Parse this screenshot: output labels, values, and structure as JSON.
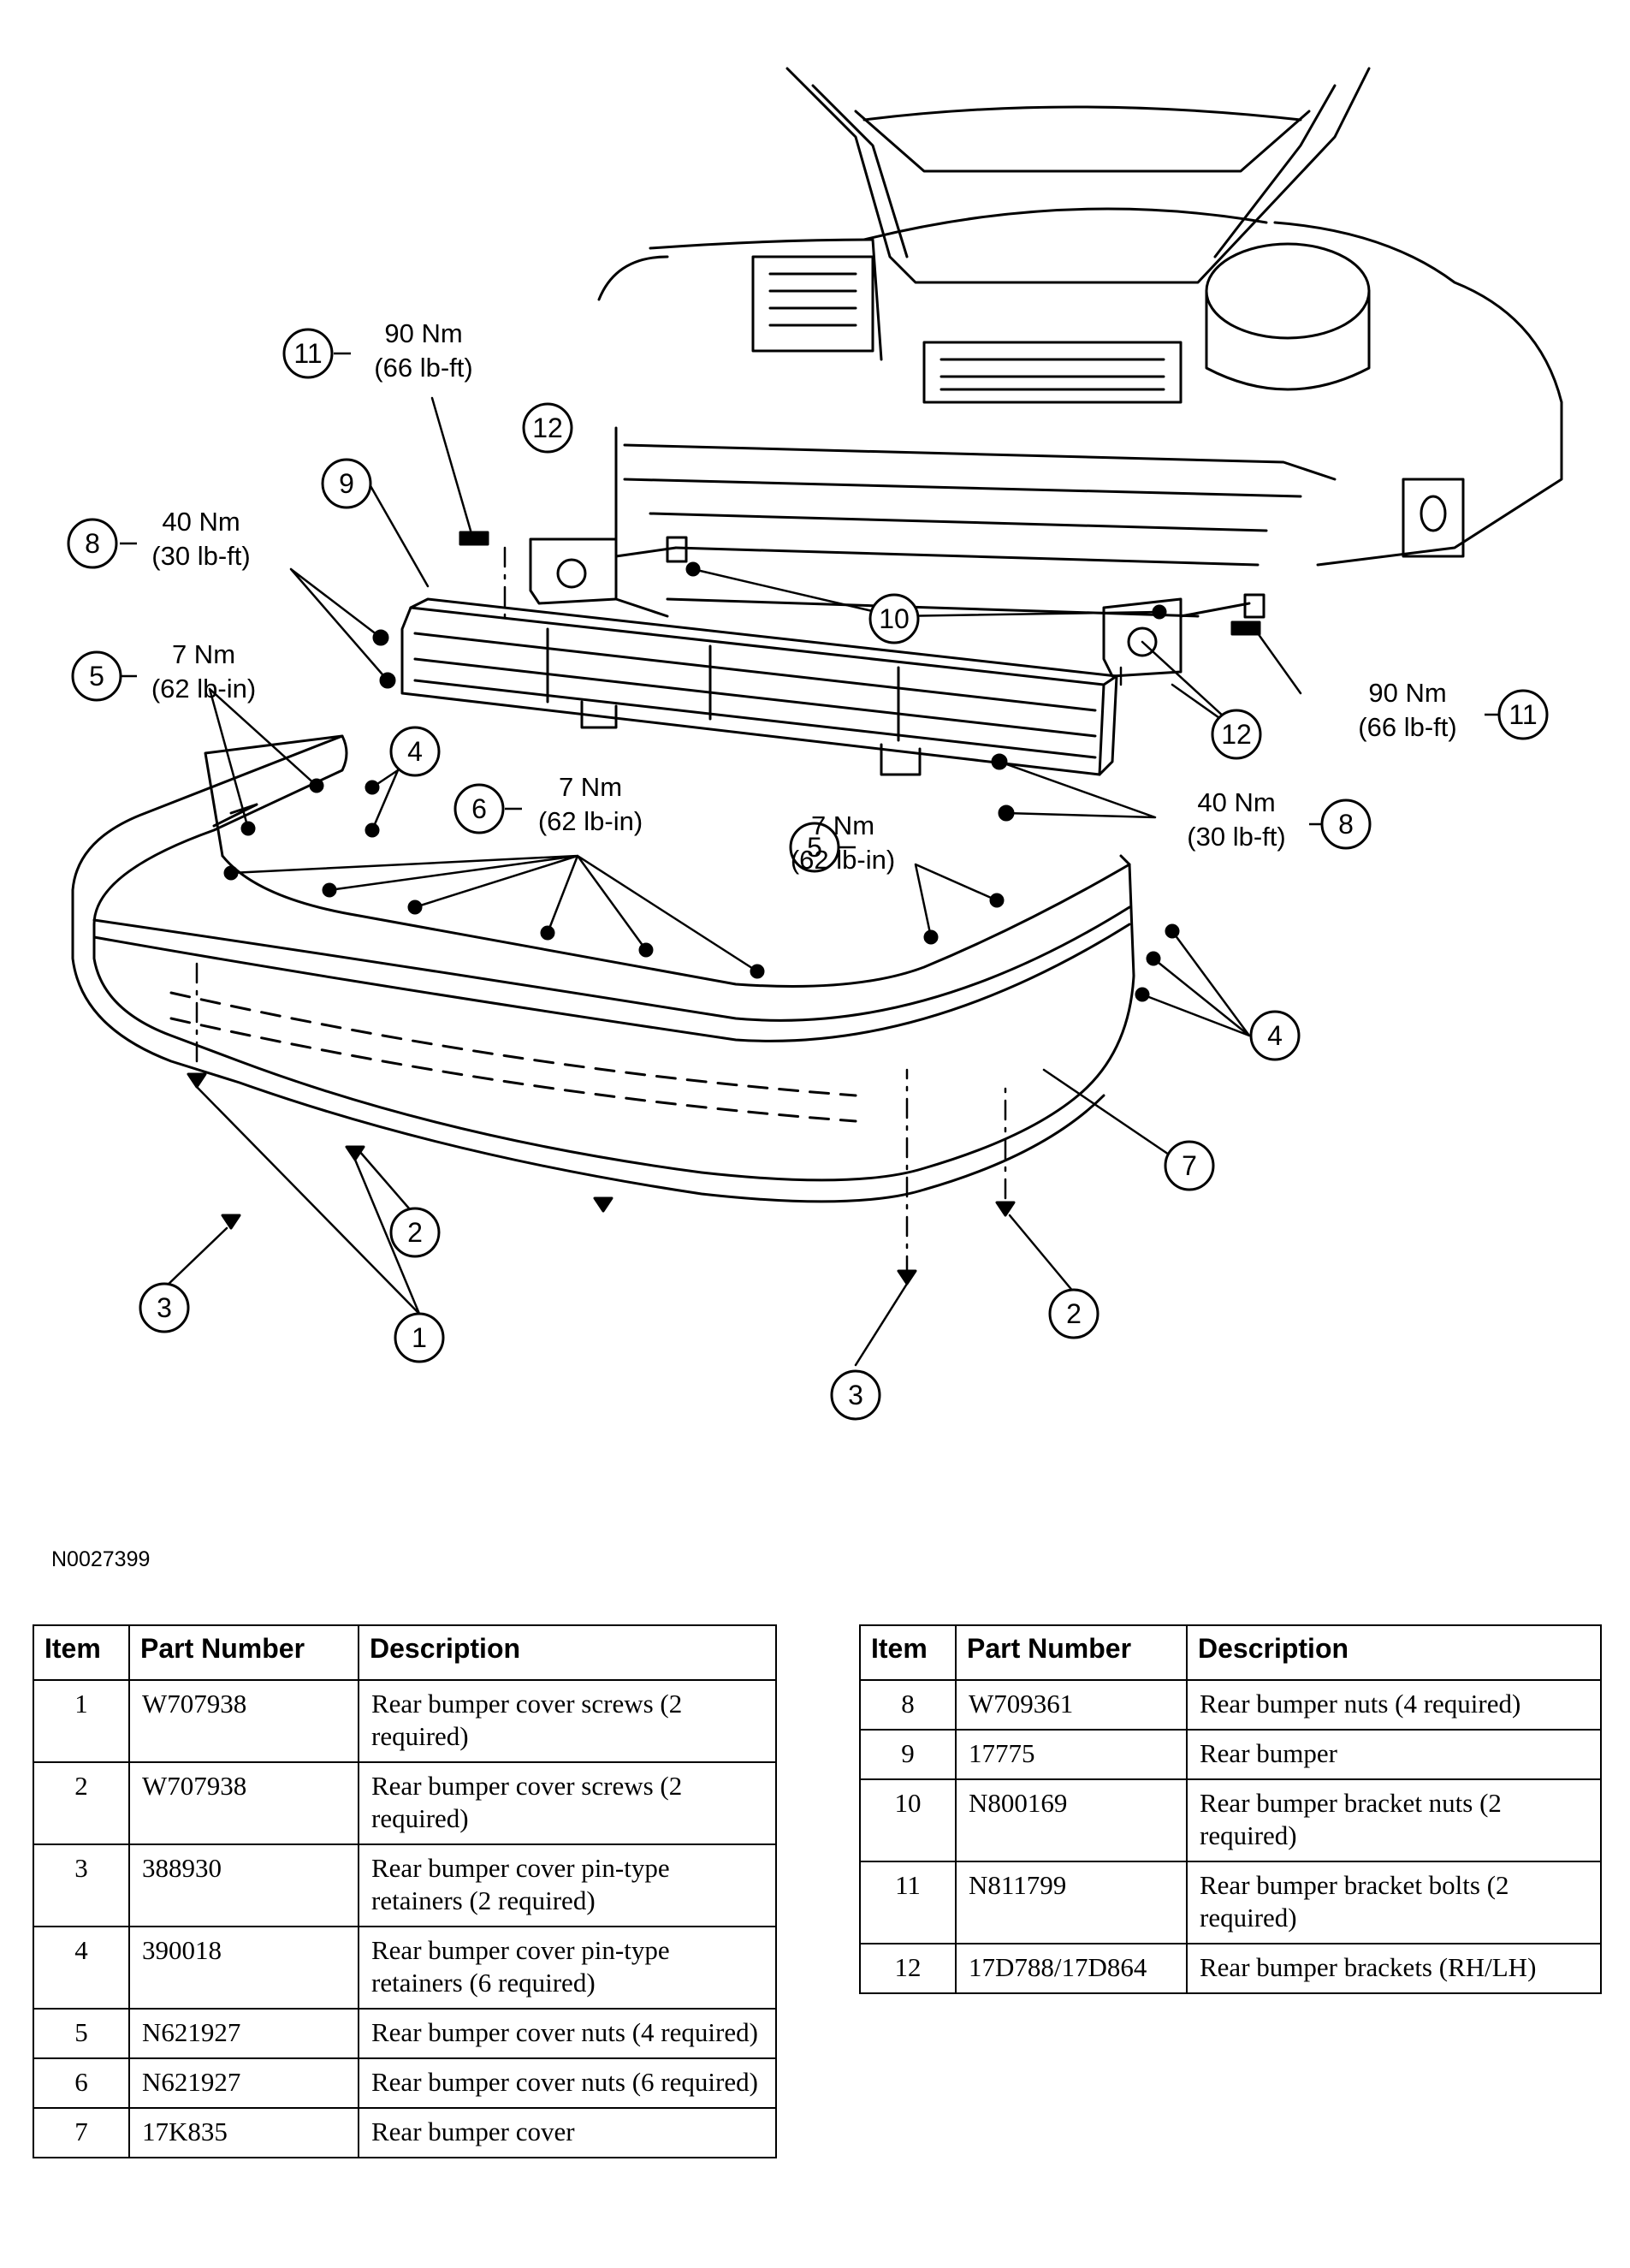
{
  "figure_id": "N0027399",
  "callouts": {
    "c1": "1",
    "c2a": "2",
    "c2b": "2",
    "c3a": "3",
    "c3b": "3",
    "c4a": "4",
    "c4b": "4",
    "c5a": "5",
    "c5b": "5",
    "c6": "6",
    "c7": "7",
    "c8a": "8",
    "c8b": "8",
    "c9": "9",
    "c10": "10",
    "c11a": "11",
    "c11b": "11",
    "c12a": "12",
    "c12b": "12"
  },
  "torque": {
    "t11a_nm": "90 Nm",
    "t11a_ft": "(66 lb-ft)",
    "t8a_nm": "40 Nm",
    "t8a_ft": "(30 lb-ft)",
    "t5a_nm": "7 Nm",
    "t5a_in": "(62 lb-in)",
    "t6_nm": "7 Nm",
    "t6_in": "(62 lb-in)",
    "t5b_nm": "7 Nm",
    "t5b_in": "(62 lb-in)",
    "t8b_nm": "40 Nm",
    "t8b_ft": "(30 lb-ft)",
    "t11b_nm": "90 Nm",
    "t11b_ft": "(66 lb-ft)"
  },
  "table_headers": {
    "item": "Item",
    "part_number": "Part Number",
    "description": "Description"
  },
  "parts_left": [
    {
      "item": "1",
      "part": "W707938",
      "desc": "Rear bumper cover screws (2 required)"
    },
    {
      "item": "2",
      "part": "W707938",
      "desc": "Rear bumper cover screws (2 required)"
    },
    {
      "item": "3",
      "part": "388930",
      "desc": "Rear bumper cover pin-type retainers (2 required)"
    },
    {
      "item": "4",
      "part": "390018",
      "desc": "Rear bumper cover pin-type retainers (6 required)"
    },
    {
      "item": "5",
      "part": "N621927",
      "desc": "Rear bumper cover nuts (4 required)"
    },
    {
      "item": "6",
      "part": "N621927",
      "desc": "Rear bumper cover nuts (6 required)"
    },
    {
      "item": "7",
      "part": "17K835",
      "desc": "Rear bumper cover"
    }
  ],
  "parts_right": [
    {
      "item": "8",
      "part": "W709361",
      "desc": "Rear bumper nuts (4 required)"
    },
    {
      "item": "9",
      "part": "17775",
      "desc": "Rear bumper"
    },
    {
      "item": "10",
      "part": "N800169",
      "desc": "Rear bumper bracket nuts (2 required)"
    },
    {
      "item": "11",
      "part": "N811799",
      "desc": "Rear bumper bracket bolts (2 required)"
    },
    {
      "item": "12",
      "part": "17D788/17D864",
      "desc": "Rear bumper brackets (RH/LH)"
    }
  ]
}
